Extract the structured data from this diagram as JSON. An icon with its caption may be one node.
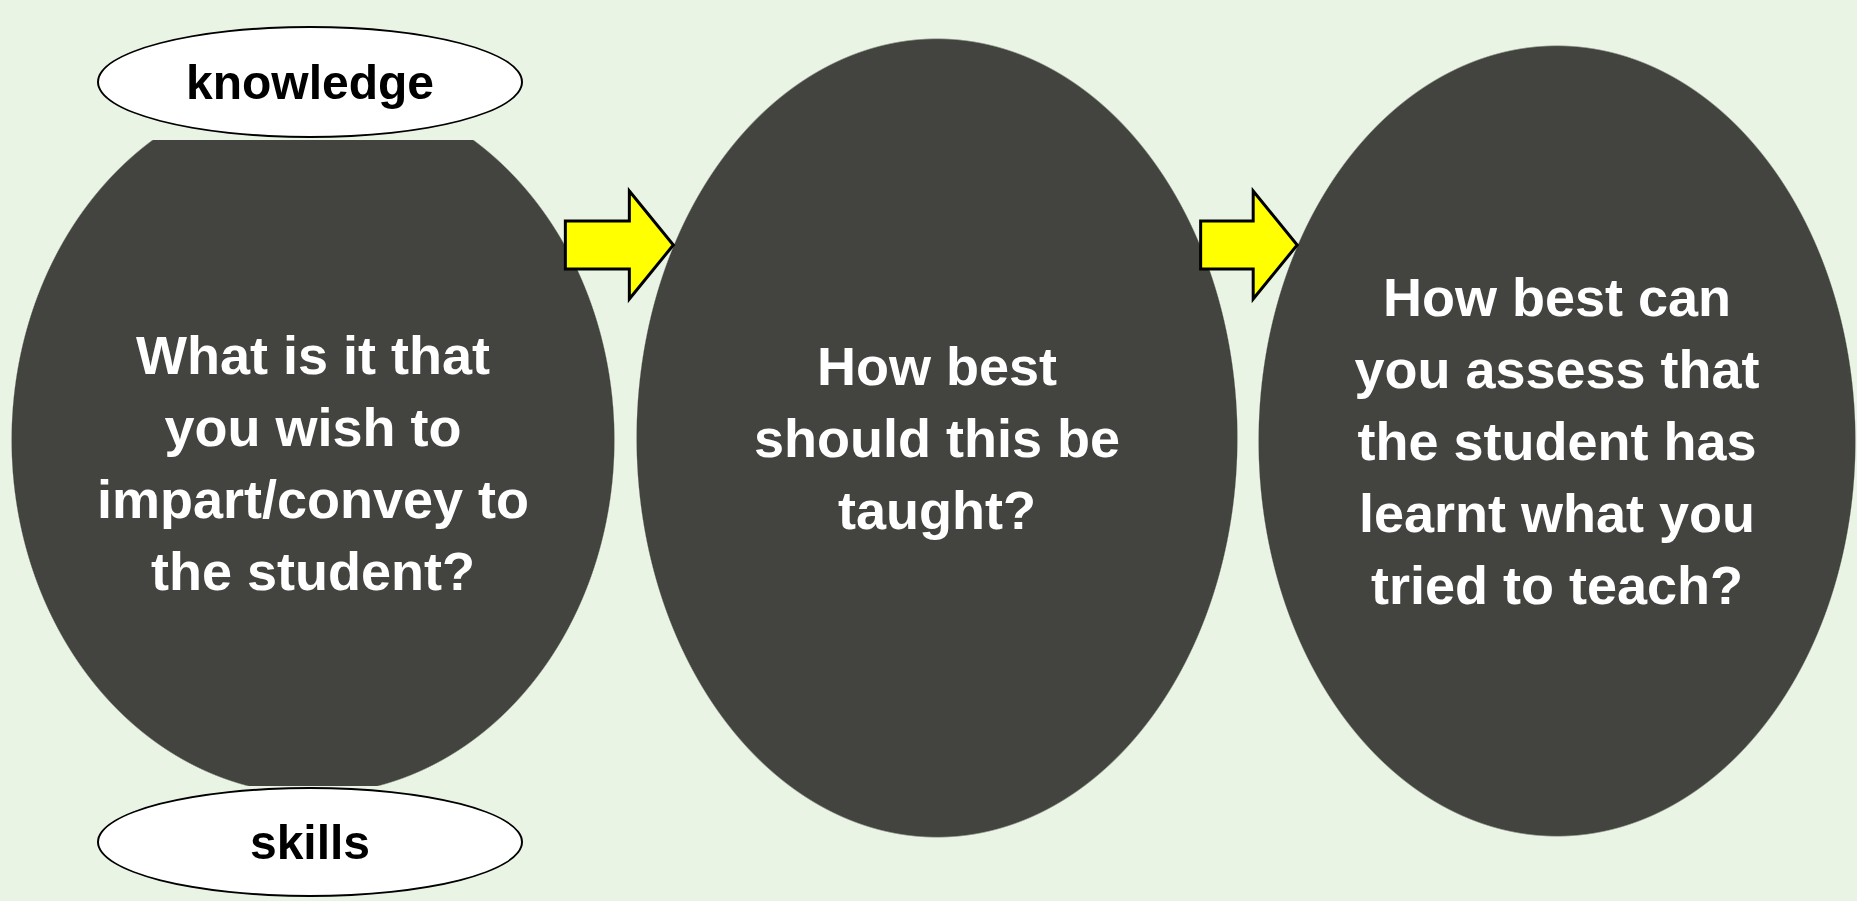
{
  "diagram": {
    "nodes": [
      {
        "text": [
          "What is it that you wish to impart/convey to the student?"
        ]
      },
      {
        "text": [
          "How best should this be taught?"
        ]
      },
      {
        "text": [
          "How best can you assess that the student has learnt what you tried to teach?"
        ]
      },
      {
        "text": [
          "knowledge"
        ]
      },
      {
        "text": [
          "skills"
        ]
      }
    ],
    "edges": [
      {
        "from": 0,
        "to": 1,
        "arrow": "to"
      },
      {
        "from": 1,
        "to": 2,
        "arrow": "to"
      }
    ]
  }
}
